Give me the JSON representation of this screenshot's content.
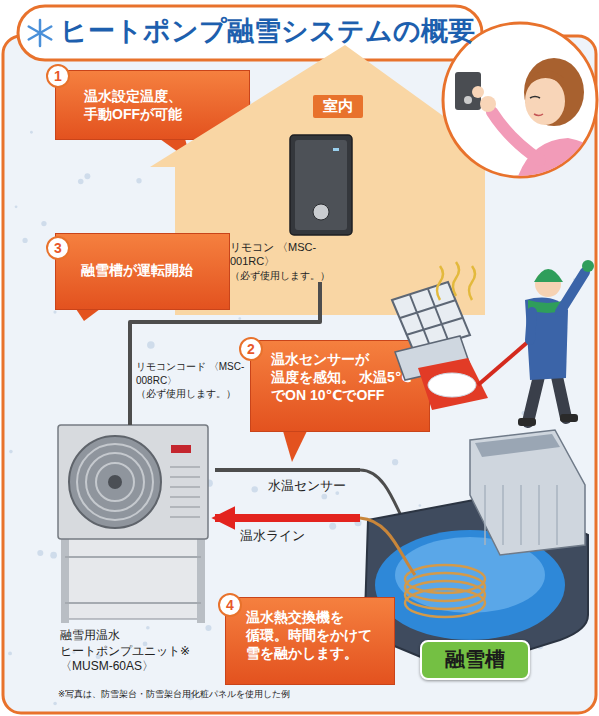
{
  "diagram": {
    "title": "ヒートポンプ融雪システムの概要",
    "nodes": [
      {
        "text": [
          "温水設定温度、 手動OFFが可能"
        ]
      },
      {
        "text": [
          "室内"
        ]
      },
      {
        "text": [
          "リモコン 〈MSC-001RC〉",
          "（必ず使用します。）"
        ],
        "in": 1
      },
      {
        "text": [
          "融雪槽が運転開始"
        ]
      },
      {
        "text": [
          "温水センサーが 温度を感知。 水温5℃でON 10℃でOFF"
        ]
      },
      {
        "text": [
          "融雪用温水 ヒートポンプユニット※ 〈MUSM-60AS〉"
        ]
      },
      {
        "text": [
          "融雪槽"
        ]
      },
      {
        "text": [
          "温水熱交換機を 循環。時間をかけて 雪を融かします。"
        ]
      }
    ],
    "edges": [
      {
        "from": 5,
        "to": 2,
        "arrow": "none",
        "label": "リモコンコード 〈MSC-008RC〉 （必ず使用します。）"
      },
      {
        "from": 6,
        "to": 5,
        "arrow": "none",
        "label": "水温センサー"
      },
      {
        "from": 6,
        "to": 5,
        "arrow": "to",
        "label": "温水ライン"
      }
    ],
    "labels": [
      "1",
      "2",
      "3",
      "4",
      "※写真は、防雪架台・防雪架台用化粧パネルを使用した例"
    ]
  }
}
